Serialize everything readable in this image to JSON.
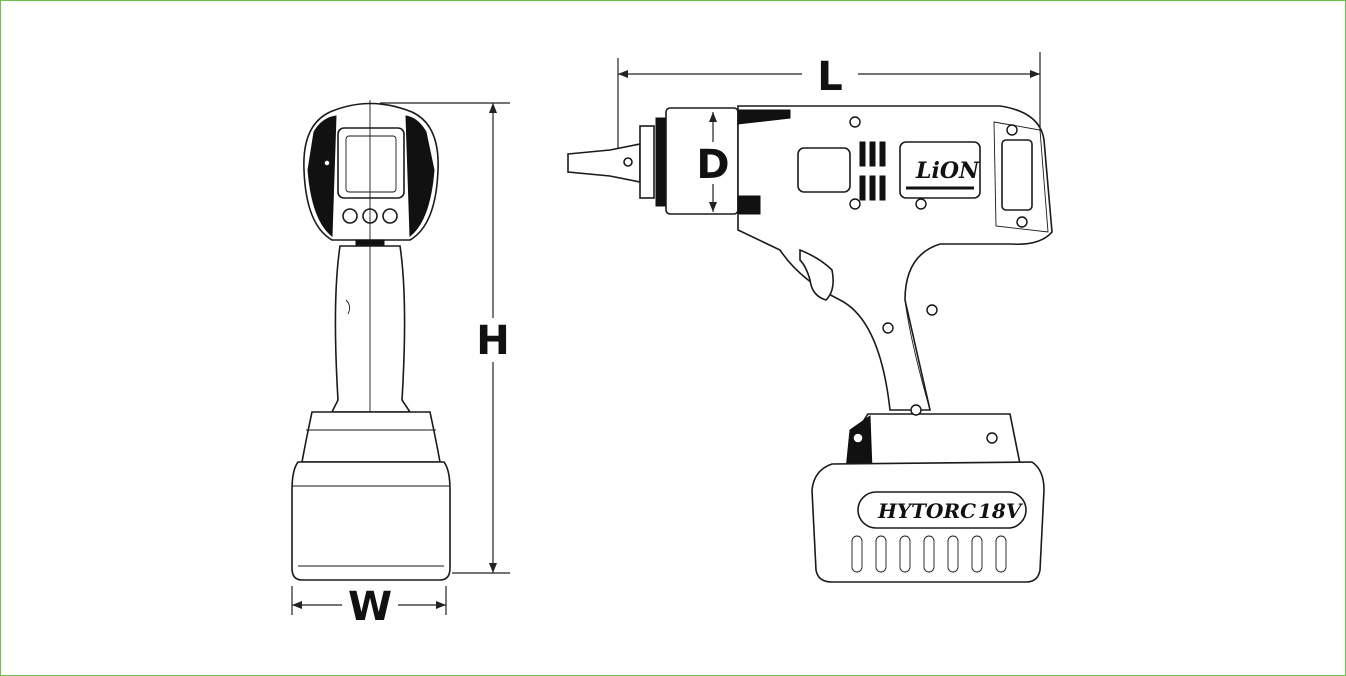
{
  "dimensions": {
    "length": "L",
    "height": "H",
    "width": "W",
    "diameter": "D"
  },
  "branding": {
    "lion_logo": "LiON",
    "battery_brand": "HYTORC",
    "battery_voltage": "18V"
  },
  "colors": {
    "frame_border": "#6cc24a",
    "line": "#1a1a1a",
    "background": "#ffffff"
  },
  "icons": [
    "screw-icon",
    "power-bolt-icon"
  ]
}
